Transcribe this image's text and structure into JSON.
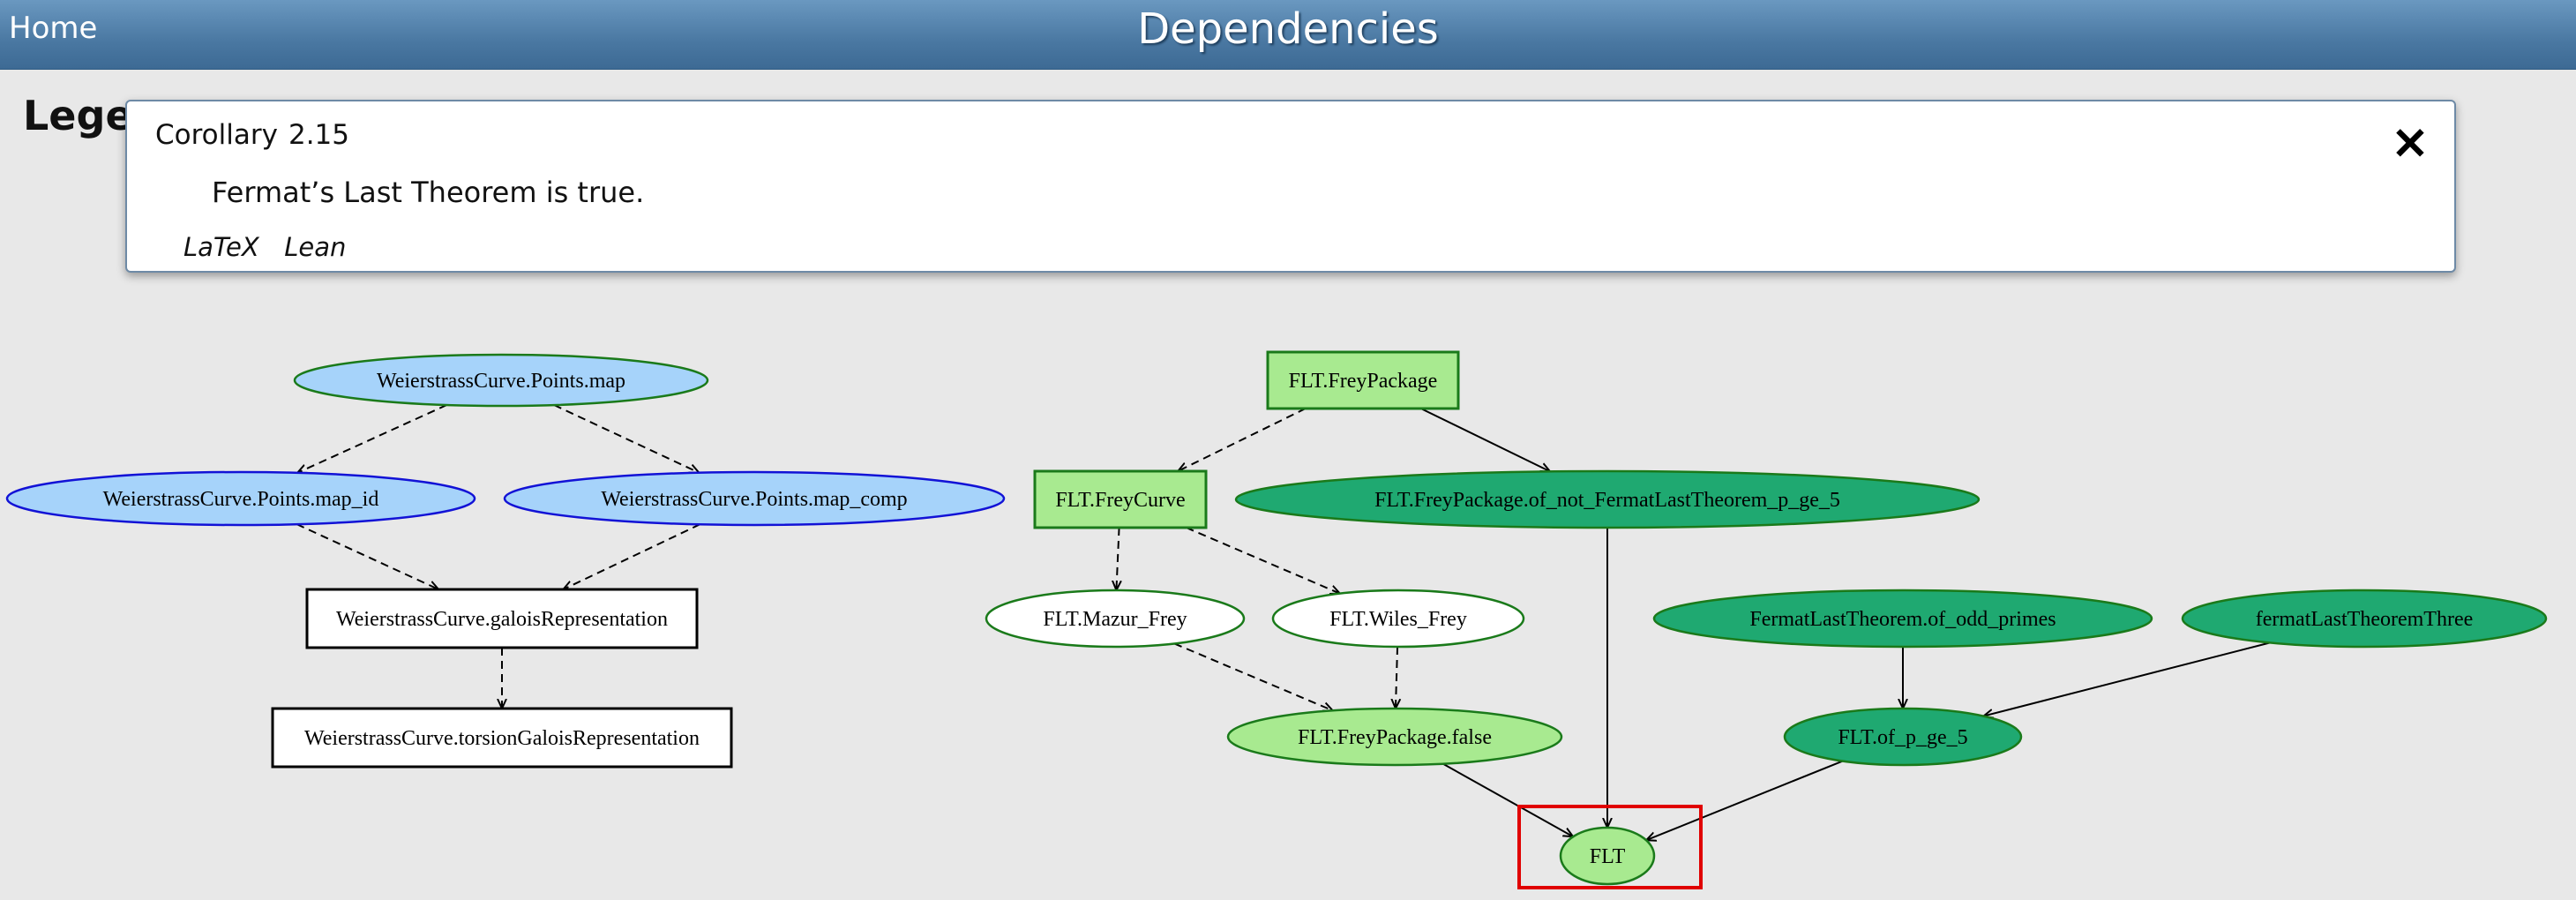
{
  "header": {
    "home_label": "Home",
    "title": "Dependencies"
  },
  "legend": {
    "heading": "Lege"
  },
  "modal": {
    "title": "Corollary",
    "number": "2.15",
    "statement": "Fermat’s Last Theorem is true.",
    "links": [
      "LaTeX",
      "Lean"
    ],
    "close_icon": "close-x-icon"
  },
  "colors": {
    "header_blue": "#4a78a2",
    "light_blue_fill": "#a6d3fa",
    "light_green_fill": "#a8ea90",
    "dark_green_fill": "#1fa971",
    "highlight_red": "#e00000"
  },
  "graph": {
    "nodes": [
      {
        "id": "wpm",
        "label": "WeierstrassCurve.Points.map",
        "shape": "ellipse",
        "fill": "#a6d3fa",
        "stroke": "#1a7a1a"
      },
      {
        "id": "wpmid",
        "label": "WeierstrassCurve.Points.map_id",
        "shape": "ellipse",
        "fill": "#a6d3fa",
        "stroke": "#1212d6"
      },
      {
        "id": "wpmc",
        "label": "WeierstrassCurve.Points.map_comp",
        "shape": "ellipse",
        "fill": "#a6d3fa",
        "stroke": "#1212d6"
      },
      {
        "id": "wgal",
        "label": "WeierstrassCurve.galoisRepresentation",
        "shape": "box",
        "fill": "#ffffff",
        "stroke": "#000000"
      },
      {
        "id": "wtor",
        "label": "WeierstrassCurve.torsionGaloisRepresentation",
        "shape": "box",
        "fill": "#ffffff",
        "stroke": "#000000"
      },
      {
        "id": "fpkg",
        "label": "FLT.FreyPackage",
        "shape": "box",
        "fill": "#a8ea90",
        "stroke": "#1a7a1a"
      },
      {
        "id": "fcurve",
        "label": "FLT.FreyCurve",
        "shape": "box",
        "fill": "#a8ea90",
        "stroke": "#1a7a1a"
      },
      {
        "id": "fnot",
        "label": "FLT.FreyPackage.of_not_FermatLastTheorem_p_ge_5",
        "shape": "ellipse",
        "fill": "#1fa971",
        "stroke": "#1a7a1a"
      },
      {
        "id": "mazur",
        "label": "FLT.Mazur_Frey",
        "shape": "ellipse",
        "fill": "#ffffff",
        "stroke": "#1a7a1a"
      },
      {
        "id": "wiles",
        "label": "FLT.Wiles_Frey",
        "shape": "ellipse",
        "fill": "#ffffff",
        "stroke": "#1a7a1a"
      },
      {
        "id": "odd",
        "label": "FermatLastTheorem.of_odd_primes",
        "shape": "ellipse",
        "fill": "#1fa971",
        "stroke": "#1a7a1a"
      },
      {
        "id": "three",
        "label": "fermatLastTheoremThree",
        "shape": "ellipse",
        "fill": "#1fa971",
        "stroke": "#1a7a1a"
      },
      {
        "id": "ffalse",
        "label": "FLT.FreyPackage.false",
        "shape": "ellipse",
        "fill": "#a8ea90",
        "stroke": "#1a7a1a"
      },
      {
        "id": "p5",
        "label": "FLT.of_p_ge_5",
        "shape": "ellipse",
        "fill": "#1fa971",
        "stroke": "#1a7a1a"
      },
      {
        "id": "flt",
        "label": "FLT",
        "shape": "ellipse",
        "fill": "#a8ea90",
        "stroke": "#1a7a1a",
        "highlighted": true
      }
    ],
    "edges": [
      {
        "from": "wpm",
        "to": "wpmid",
        "style": "dashed"
      },
      {
        "from": "wpm",
        "to": "wpmc",
        "style": "dashed"
      },
      {
        "from": "wpmid",
        "to": "wgal",
        "style": "dashed"
      },
      {
        "from": "wpmc",
        "to": "wgal",
        "style": "dashed"
      },
      {
        "from": "wgal",
        "to": "wtor",
        "style": "dashed"
      },
      {
        "from": "fpkg",
        "to": "fcurve",
        "style": "dashed"
      },
      {
        "from": "fpkg",
        "to": "fnot",
        "style": "solid"
      },
      {
        "from": "fcurve",
        "to": "mazur",
        "style": "dashed"
      },
      {
        "from": "fcurve",
        "to": "wiles",
        "style": "dashed"
      },
      {
        "from": "mazur",
        "to": "ffalse",
        "style": "dashed"
      },
      {
        "from": "wiles",
        "to": "ffalse",
        "style": "dashed"
      },
      {
        "from": "fnot",
        "to": "flt",
        "style": "solid"
      },
      {
        "from": "odd",
        "to": "p5",
        "style": "solid"
      },
      {
        "from": "three",
        "to": "p5",
        "style": "solid"
      },
      {
        "from": "ffalse",
        "to": "flt",
        "style": "solid"
      },
      {
        "from": "p5",
        "to": "flt",
        "style": "solid"
      }
    ]
  }
}
